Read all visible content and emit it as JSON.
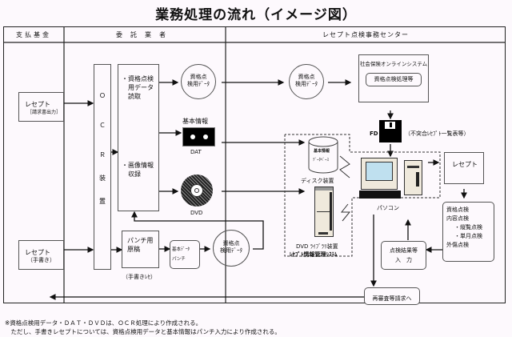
{
  "title": "業務処理の流れ（イメージ図）",
  "columns": [
    "支払基金",
    "委託業者",
    "レセプト点検事務センター"
  ],
  "payer": {
    "receipt_printed": {
      "label": "レセプト",
      "sub": "［請求書出力］"
    },
    "receipt_handwritten": {
      "label": "レセプト",
      "sub": "（手書き）"
    }
  },
  "contractor": {
    "ocr_device": [
      "Ｏ",
      "Ｃ",
      "Ｒ",
      "装",
      "置"
    ],
    "ocr_process": {
      "item1": [
        "・資格点検",
        "用データ",
        "読取"
      ],
      "item2": [
        "・画像情報",
        "収録"
      ]
    },
    "eligibility_data_1": [
      "資格点",
      "検用ﾃﾞｰﾀ"
    ],
    "basic_info": {
      "label": "基本情報",
      "media": "DAT"
    },
    "dvd": "DVD",
    "punch_manuscript": [
      "パンチ用",
      "原稿"
    ],
    "punch_manuscript_note": "（手書きﾚｾ）",
    "basic_data_punch": [
      "基本ﾃﾞｰﾀ",
      "パンチ"
    ],
    "eligibility_data_2": [
      "資格点",
      "検用ﾃﾞｰﾀ"
    ]
  },
  "center": {
    "eligibility_data_3": [
      "資格点",
      "検用ﾃﾞｰﾀ"
    ],
    "online_system": {
      "title": "社会保険オンラインシステム",
      "process": "資格点検処理等"
    },
    "fd": {
      "label": "FD",
      "note": "（不突合ﾚｾﾌﾟﾄ一覧表等）"
    },
    "disk": {
      "label": "ディスク装置",
      "inner1": "基本情報",
      "inner2": "ﾃﾞｰﾀﾍﾞｰｽ"
    },
    "dvd_library": "DVD ﾗｲﾌﾞﾗﾘ装置",
    "receipt_info_system": "ﾚｾﾌﾟﾄ情報管理ｼｽﾃﾑ",
    "pc": "パソコン",
    "receipt": "レセプト",
    "checks": [
      "資格点検",
      "内容点検",
      "・縦覧点検",
      "・単月点検",
      "外傷点検"
    ],
    "result_input": [
      "点検結果等",
      "入　力"
    ],
    "reexam": "再審査等請求へ"
  },
  "footnotes": [
    "※資格点検用データ・ＤＡＴ・ＤＶＤは、ＯＣＲ処理により作成される。",
    "　ただし、手書きレセプトについては、資格点検用データと基本情報はパンチ入力により作成される。"
  ]
}
